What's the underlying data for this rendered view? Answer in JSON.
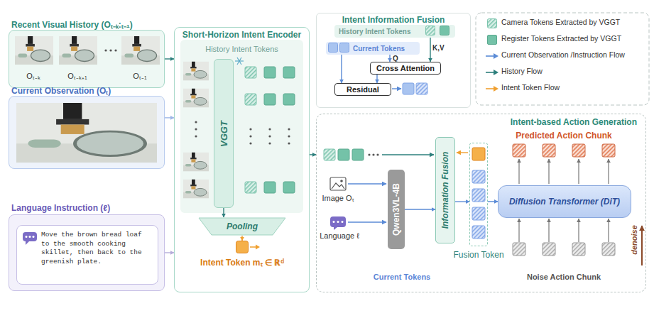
{
  "diagram": {
    "nodes": [
      {
        "text": [
          "Recent Visual History (Oₜ₋ₖ:ₜ₋₁)"
        ]
      },
      {
        "text": [
          "Current Observation (Oₜ)"
        ]
      },
      {
        "text": [
          "Language Instruction (ℓ)"
        ]
      },
      {
        "text": [
          "Move the brown bread loaf to the smooth cooking skillet, then back to the greenish plate."
        ],
        "in": 2
      },
      {
        "text": [
          "Short-Horizon Intent Encoder",
          "History Intent Tokens"
        ]
      },
      {
        "text": [
          "VGGT"
        ],
        "in": 4
      },
      {
        "text": [
          "Pooling"
        ],
        "in": 4
      },
      {
        "text": [
          "Intent Token mₜ ∈ ℝᵈ"
        ],
        "in": 4
      },
      {
        "text": [
          "Intent Information Fusion"
        ]
      },
      {
        "text": [
          "History Intent Tokens"
        ],
        "in": 8
      },
      {
        "text": [
          "Current Tokens"
        ],
        "in": 8
      },
      {
        "text": [
          "Cross Attention"
        ],
        "in": 8
      },
      {
        "text": [
          "Residual"
        ],
        "in": 8
      },
      {
        "text": [
          "Intent-based Action Generation"
        ]
      },
      {
        "text": [
          "Qwen3VL-4B"
        ],
        "in": 13
      },
      {
        "text": [
          "Information Fusion"
        ],
        "in": 13
      },
      {
        "text": [
          "Fusion Token"
        ],
        "in": 13
      },
      {
        "text": [
          "Diffusion Transformer (DiT)"
        ],
        "in": 13
      }
    ],
    "edges": [
      {
        "from": 0,
        "to": 4,
        "arrow": "to"
      },
      {
        "from": 1,
        "to": 4,
        "arrow": "to"
      },
      {
        "from": 2,
        "to": 4,
        "arrow": "to"
      },
      {
        "from": 4,
        "to": 13,
        "arrow": "to"
      },
      {
        "from": 5,
        "to": 6,
        "arrow": "to"
      },
      {
        "from": 6,
        "to": 7,
        "arrow": "to"
      },
      {
        "from": 10,
        "to": 11,
        "label": "Q",
        "arrow": "to"
      },
      {
        "from": 9,
        "to": 11,
        "label": "K,V",
        "arrow": "to"
      },
      {
        "from": 11,
        "to": 12,
        "arrow": "to"
      },
      {
        "from": 10,
        "to": 12,
        "arrow": "to"
      },
      {
        "from": 14,
        "to": 15,
        "arrow": "to"
      },
      {
        "from": 15,
        "to": 16,
        "arrow": "to"
      },
      {
        "from": 16,
        "to": 17,
        "arrow": "to"
      }
    ],
    "labels": [
      "Oₜ₋ₖ",
      "Oₜ₋ₖ₊₁",
      "Oₜ₋₁",
      "Image Oₜ",
      "Language ℓ",
      "Current Tokens",
      "Predicted Action Chunk",
      "Noise Action Chunk",
      "denoise"
    ],
    "legend": [
      {
        "text": "Camera Tokens Extracted by VGGT"
      },
      {
        "text": "Register Tokens Extracted by VGGT",
        "color": "#74c2a8"
      },
      {
        "text": "Current Observation /Instruction Flow"
      },
      {
        "text": "History Flow"
      },
      {
        "text": "Intent Token Flow"
      }
    ]
  }
}
